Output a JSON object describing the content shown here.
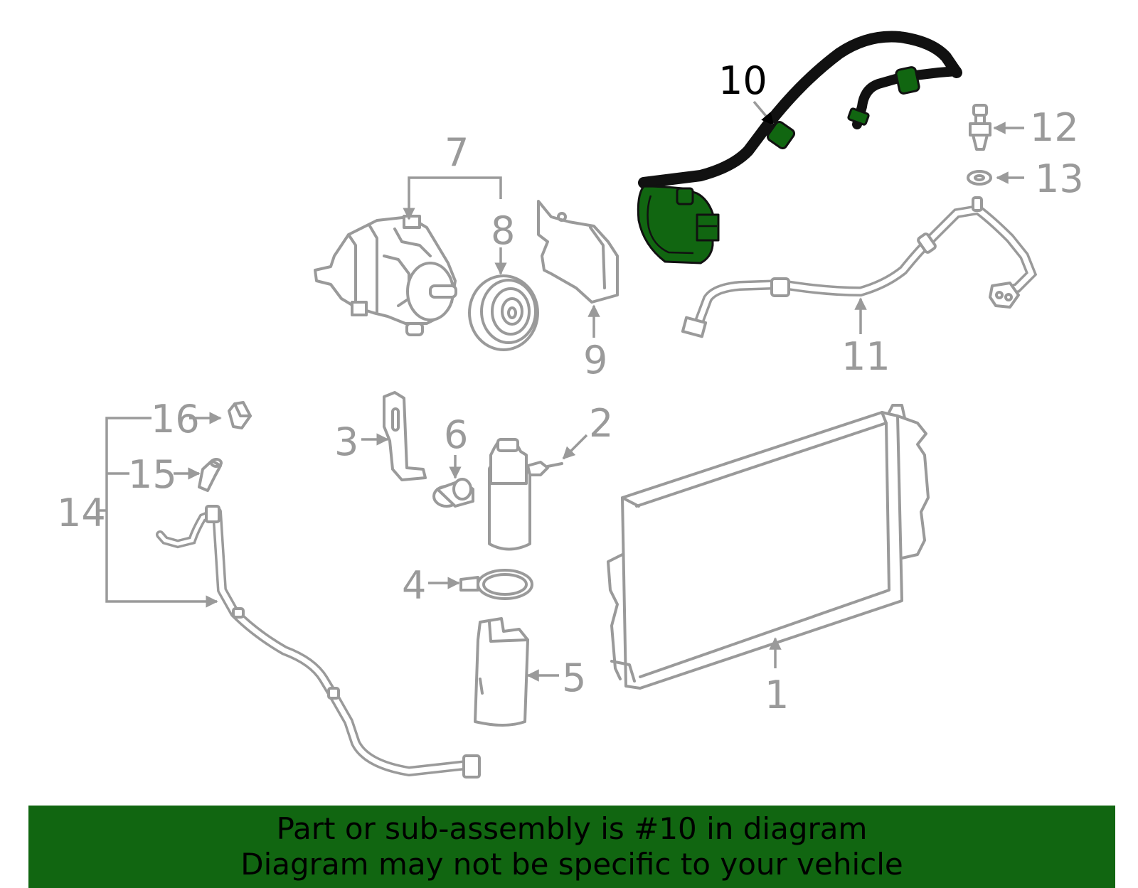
{
  "colors": {
    "highlight": "#116611",
    "part_line": "#9a9a9a",
    "highlight_label": "#000000",
    "banner_text": "#000000",
    "background": "#ffffff"
  },
  "callouts": {
    "c1": "1",
    "c2": "2",
    "c3": "3",
    "c4": "4",
    "c5": "5",
    "c6": "6",
    "c7": "7",
    "c8": "8",
    "c9": "9",
    "c10": "10",
    "c11": "11",
    "c12": "12",
    "c13": "13",
    "c14": "14",
    "c15": "15",
    "c16": "16"
  },
  "highlighted_part": "10",
  "banner": {
    "line1": "Part or sub-assembly is #10 in diagram",
    "line2": "Diagram may not be specific to your vehicle"
  }
}
